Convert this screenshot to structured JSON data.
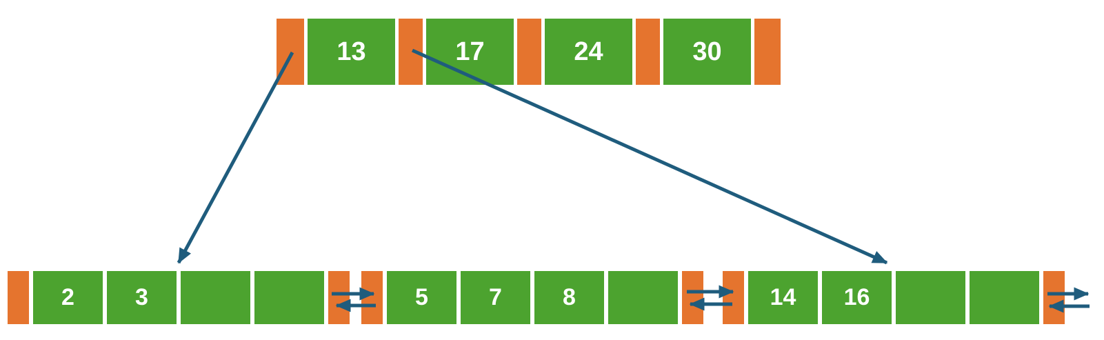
{
  "colors": {
    "key_cell_color": "#4CA32F",
    "pointer_cell_color": "#E5742E",
    "arrow_color": "#1F5C7D",
    "key_text_color": "#FFFFFF",
    "background_color": "#FFFFFF"
  },
  "root_node": {
    "keys": [
      "13",
      "17",
      "24",
      "30"
    ],
    "pointer_count": 5
  },
  "leaf_nodes": [
    {
      "keys": [
        "2",
        "3",
        "",
        ""
      ]
    },
    {
      "keys": [
        "5",
        "7",
        "8",
        ""
      ]
    },
    {
      "keys": [
        "14",
        "16",
        "",
        ""
      ]
    }
  ],
  "edges": [
    {
      "type": "child-pointer",
      "from": "root-pointer-0",
      "to": "leaf-0"
    },
    {
      "type": "child-pointer",
      "from": "root-pointer-1",
      "to": "leaf-2"
    },
    {
      "type": "sibling-link-forward",
      "from": "leaf-0",
      "to": "leaf-1"
    },
    {
      "type": "sibling-link-backward",
      "from": "leaf-1",
      "to": "leaf-0"
    },
    {
      "type": "sibling-link-forward",
      "from": "leaf-1",
      "to": "leaf-2"
    },
    {
      "type": "sibling-link-backward",
      "from": "leaf-2",
      "to": "leaf-1"
    },
    {
      "type": "sibling-link-forward",
      "from": "leaf-2",
      "to": "offscreen-right"
    },
    {
      "type": "sibling-link-backward",
      "from": "offscreen-right",
      "to": "leaf-2"
    }
  ]
}
